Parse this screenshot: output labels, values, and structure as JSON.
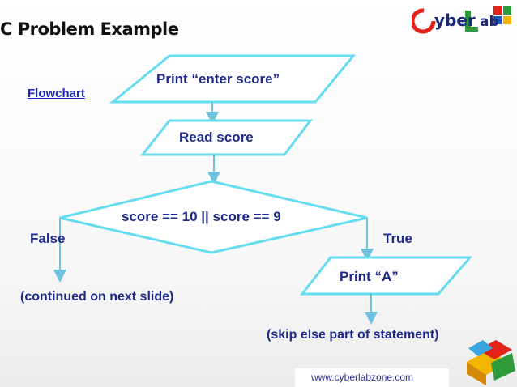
{
  "header": {
    "title": "C Problem Example",
    "subtitle": "Flowchart"
  },
  "logo": {
    "letter1": "C",
    "word1": "yber",
    "letter2": "L",
    "word2": "ab"
  },
  "flowchart": {
    "print_prompt": "Print “enter score”",
    "read_score": "Read score",
    "condition": "score == 10 || score == 9",
    "false_label": "False",
    "true_label": "True",
    "print_a": "Print “A”",
    "false_note": "(continued on next slide)",
    "true_note": "(skip else part of statement)"
  },
  "footer": {
    "url": "www.cyberlabzone.com"
  },
  "colors": {
    "shape_stroke": "#66dcf0",
    "arrow": "#6fc2dd",
    "text": "#1f2a8a",
    "link": "#1c2bbd"
  }
}
